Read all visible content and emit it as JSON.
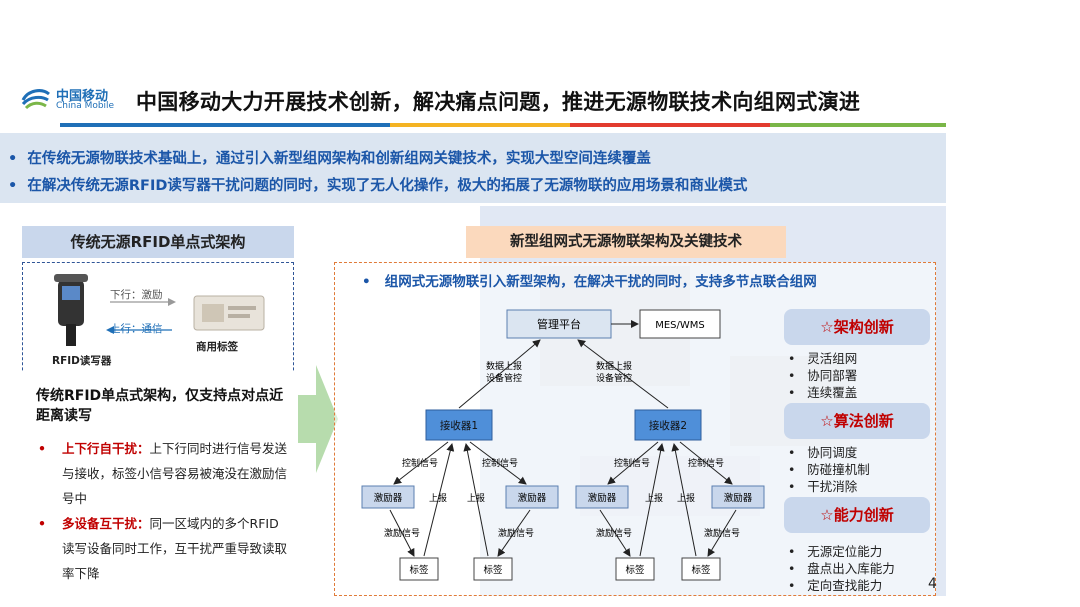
{
  "logo": {
    "cn": "中国移动",
    "en": "China Mobile"
  },
  "title": "中国移动大力开展技术创新，解决痛点问题，推进无源物联技术向组网式演进",
  "colors": {
    "rule": [
      "#1f6fb7",
      "#f4b323",
      "#e23b2e",
      "#7ab648"
    ],
    "band": "#dbe5f1",
    "accent": "#c00000"
  },
  "top_bullets": [
    "在传统无源物联技术基础上，通过引入新型组网架构和创新组网关键技术，实现大型空间连续覆盖",
    "在解决传统无源RFID读写器干扰问题的同时，实现了无人化操作，极大的拓展了无源物联的应用场景和商业模式"
  ],
  "left": {
    "heading": "传统无源RFID单点式架构",
    "downlink": "下行：激励",
    "uplink": "上行：通信",
    "reader_label": "RFID读写器",
    "tag_label": "商用标签",
    "claim": "传统RFID单点式架构，仅支持点对点近距离读写",
    "bullets": [
      {
        "title": "上下行自干扰：",
        "text": "上下行同时进行信号发送与接收，标签小信号容易被淹没在激励信号中"
      },
      {
        "title": "多设备互干扰：",
        "text": "同一区域内的多个RFID读写设备同时工作，互干扰严重导致读取率下降"
      }
    ]
  },
  "right": {
    "heading": "新型组网式无源物联架构及关键技术",
    "bullet": "组网式无源物联引入新型架构，在解决干扰的同时，支持多节点联合组网",
    "diagram": {
      "platform": "管理平台",
      "mes": "MES/WMS",
      "report_left": [
        "数据上报",
        "设备管控"
      ],
      "report_right": [
        "数据上报",
        "设备管控"
      ],
      "receiver1": "接收器1",
      "receiver2": "接收器2",
      "control": "控制信号",
      "report": "上报",
      "exciter": "激励器",
      "excitation": "激励信号",
      "tag": "标签"
    },
    "innovations": [
      {
        "title": "☆架构创新",
        "items": [
          "灵活组网",
          "协同部署",
          "连续覆盖"
        ]
      },
      {
        "title": "☆算法创新",
        "items": [
          "协同调度",
          "防碰撞机制",
          "干扰消除"
        ]
      },
      {
        "title": "☆能力创新",
        "items": [
          "无源定位能力",
          "盘点出入库能力",
          "定向查找能力"
        ]
      }
    ]
  },
  "page_number": "4"
}
